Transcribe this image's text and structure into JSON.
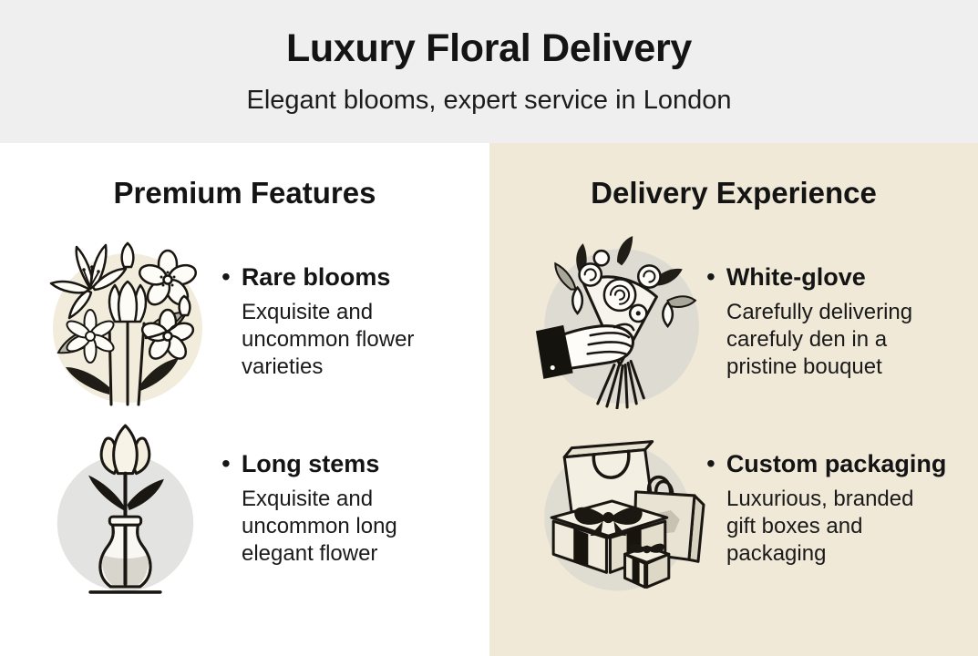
{
  "header": {
    "title": "Luxury Floral Delivery",
    "subtitle": "Elegant blooms, expert service in London"
  },
  "columns": [
    {
      "heading": "Premium Features",
      "items": [
        {
          "icon": "bouquet-flowers-icon",
          "bullet": "•",
          "title": "Rare blooms",
          "description": "Exquisite and uncommon flower varieties"
        },
        {
          "icon": "tulip-vase-icon",
          "bullet": "•",
          "title": "Long stems",
          "description": "Exquisite and uncommon long elegant flower"
        }
      ]
    },
    {
      "heading": "Delivery Experience",
      "items": [
        {
          "icon": "gloved-hand-bouquet-icon",
          "bullet": "•",
          "title": "White-glove",
          "description": "Carefully delivering carefuly den in a pristine bouquet"
        },
        {
          "icon": "gift-boxes-bags-icon",
          "bullet": "•",
          "title": "Custom packaging",
          "description": "Luxurious, branded gift boxes and packaging"
        }
      ]
    }
  ],
  "colors": {
    "header_bg": "#efeff0",
    "left_panel_bg": "#ffffff",
    "right_panel_bg": "#f0e9d8",
    "text": "#161616",
    "cream_circle": "#f1ecdc",
    "gray_circle_left": "#e3e3e1",
    "gray_circle_right": "#dedbd2",
    "line_art": "#1a1712"
  }
}
